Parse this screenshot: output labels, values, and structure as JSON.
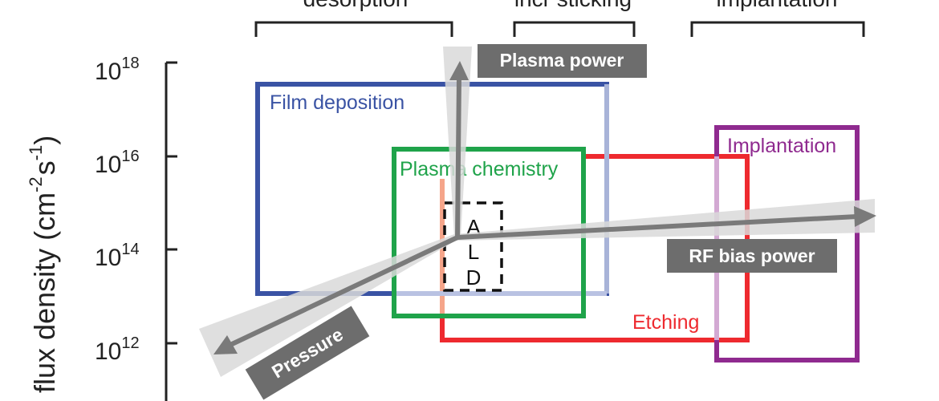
{
  "top_labels": [
    "desorption",
    "incr sticking",
    "implantation"
  ],
  "y_axis": {
    "label": "n flux density (cm",
    "label_unit_tail": "s",
    "label_sup1": "-2",
    "label_sup2": "-1",
    "label_close": ")",
    "ticks": [
      {
        "base": "10",
        "exp": "18"
      },
      {
        "base": "10",
        "exp": "16"
      },
      {
        "base": "10",
        "exp": "14"
      },
      {
        "base": "10",
        "exp": "12"
      }
    ]
  },
  "regions": {
    "film_deposition": "Film deposition",
    "plasma_chemistry": "Plasma chemistry",
    "implantation": "Implantation",
    "etching": "Etching",
    "ald": [
      "A",
      "L",
      "D"
    ]
  },
  "arrows": {
    "plasma_power": "Plasma power",
    "rf_bias_power": "RF bias power",
    "pressure": "Pressure"
  },
  "colors": {
    "film_deposition": "#3a53a4",
    "plasma_chemistry": "#1fa34a",
    "etching": "#ee2a2f",
    "implantation": "#8f2a8f",
    "arrow": "#7a7a7a",
    "arrow_band": "#d9d9d9",
    "label_box": "#6d6d6d"
  }
}
